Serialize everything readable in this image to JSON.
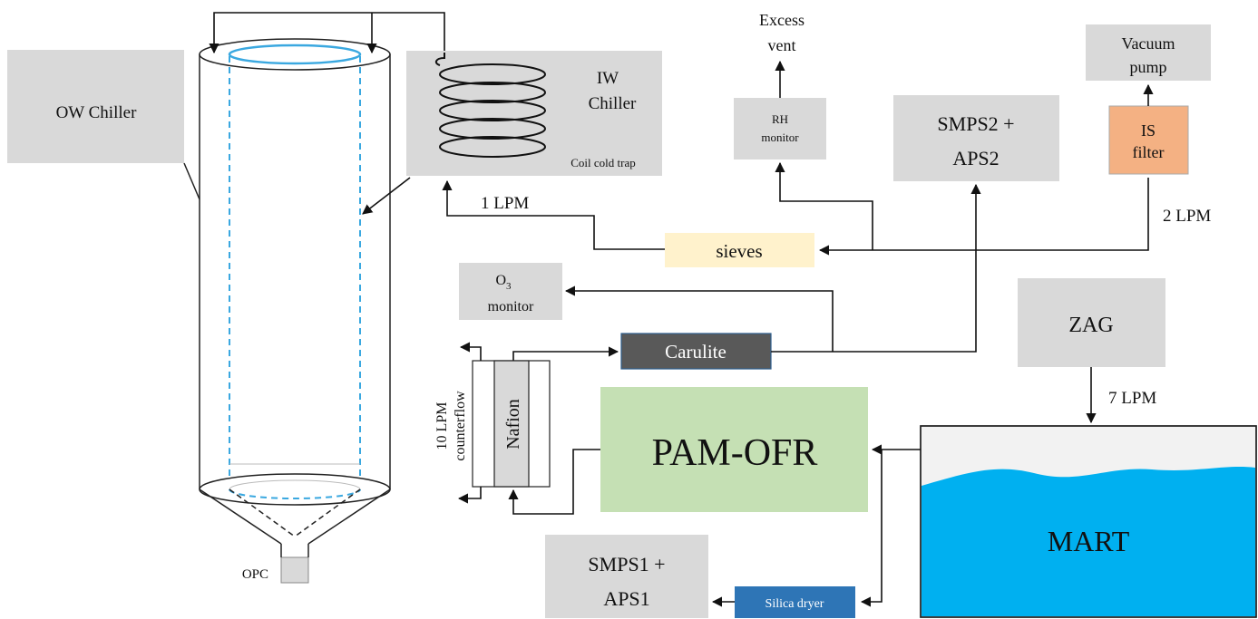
{
  "labels": {
    "ow_chiller": "OW Chiller",
    "iw_chiller_line1": "IW",
    "iw_chiller_line2": "Chiller",
    "coil_cold_trap": "Coil cold trap",
    "excess_vent_line1": "Excess",
    "excess_vent_line2": "vent",
    "vacuum_pump_line1": "Vacuum",
    "vacuum_pump_line2": "pump",
    "rh_monitor_line1": "RH",
    "rh_monitor_line2": "monitor",
    "smps2_line1": "SMPS2 +",
    "smps2_line2": "APS2",
    "is_filter_line1": "IS",
    "is_filter_line2": "filter",
    "flow_1lpm": "1 LPM",
    "flow_2lpm": "2 LPM",
    "sieves": "sieves",
    "o3_monitor_line1": "O",
    "o3_subscript": "3",
    "o3_monitor_line2": "monitor",
    "carulite": "Carulite",
    "zag": "ZAG",
    "flow_7lpm": "7 LPM",
    "counterflow_line1": "10 LPM",
    "counterflow_line2": "counterflow",
    "nafion": "Nafion",
    "pam_ofr": "PAM-OFR",
    "mart": "MART",
    "smps1_line1": "SMPS1 +",
    "smps1_line2": "APS1",
    "silica_dryer": "Silica dryer",
    "opc": "OPC"
  },
  "colors": {
    "gray_box": "#d9d9d9",
    "is_filter": "#f4b183",
    "sieves": "#fff2cc",
    "carulite": "#595959",
    "pam_ofr": "#c5e0b4",
    "mart_water": "#00b0f0",
    "mart_air": "#f2f2f2",
    "silica_dryer": "#2e75b6",
    "inner_wall": "#3aa8e0"
  }
}
